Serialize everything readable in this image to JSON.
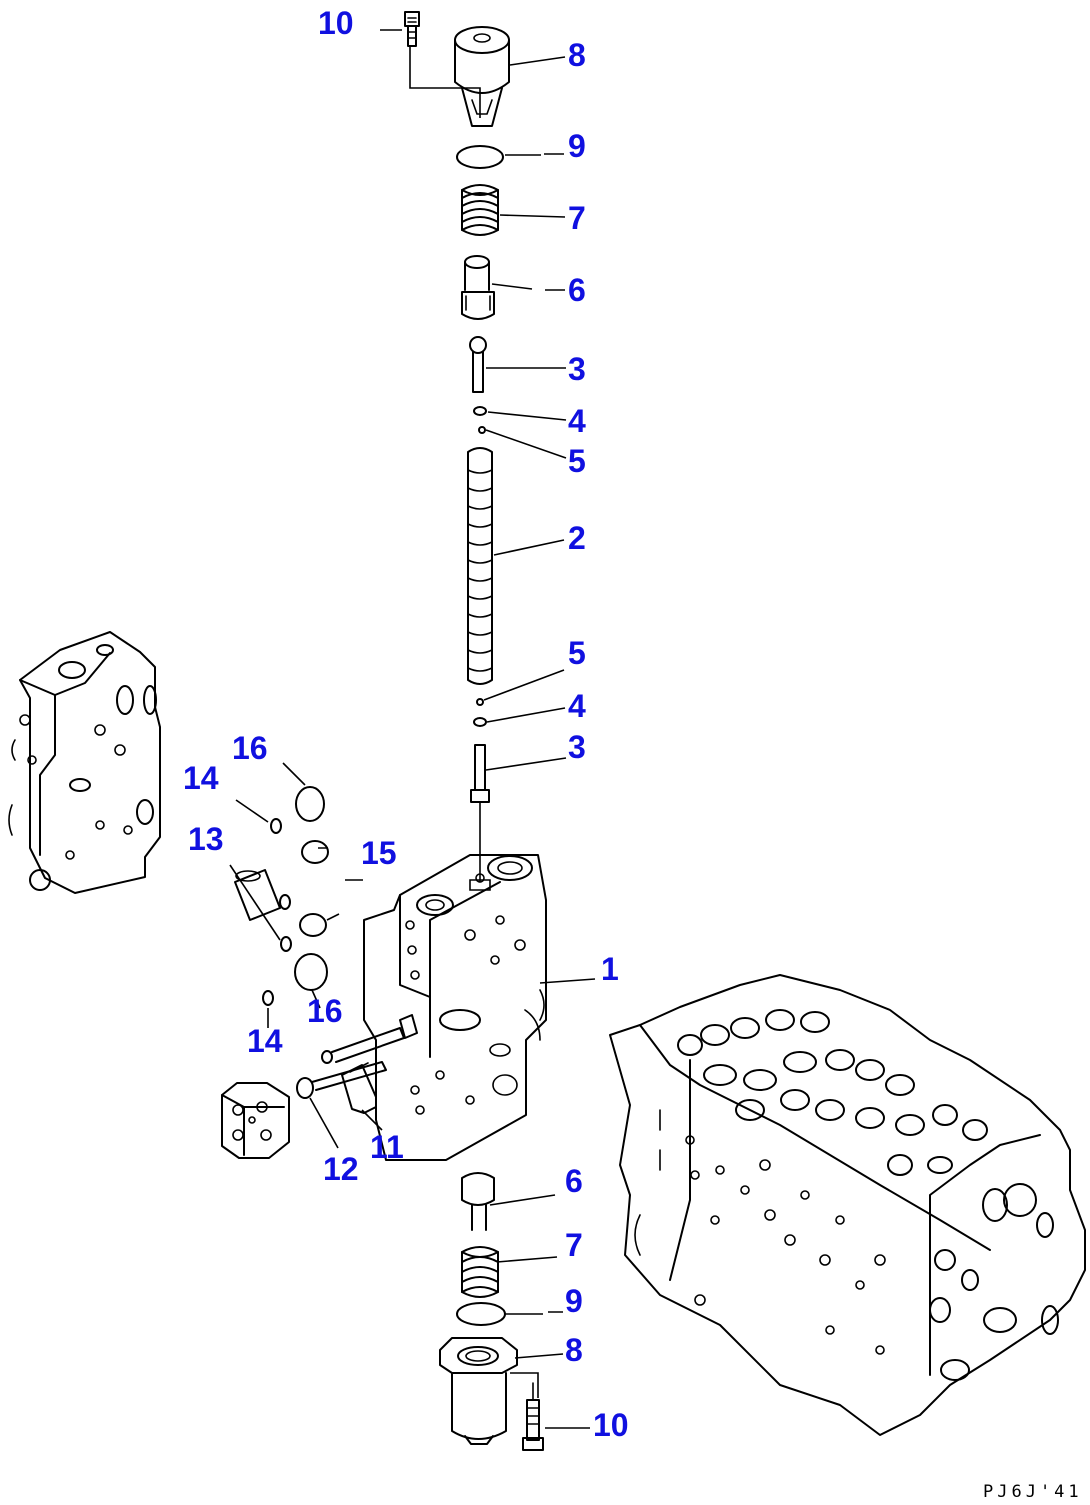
{
  "callouts": {
    "c10_top": "10",
    "c8_top": "8",
    "c9_top": "9",
    "c7_top": "7",
    "c6_top": "6",
    "c3_top": "3",
    "c4_top": "4",
    "c5_top": "5",
    "c2": "2",
    "c5_mid": "5",
    "c4_mid": "4",
    "c3_mid": "3",
    "c16_top": "16",
    "c14_top": "14",
    "c13": "13",
    "c15": "15",
    "c1": "1",
    "c16_bot": "16",
    "c14_bot": "14",
    "c12": "12",
    "c11": "11",
    "c6_bot": "6",
    "c7_bot": "7",
    "c9_bot": "9",
    "c8_bot": "8",
    "c10_bot": "10"
  },
  "drawing_ref": "PJ6J'41",
  "colors": {
    "callout": "#1010e0",
    "line": "#000000"
  }
}
